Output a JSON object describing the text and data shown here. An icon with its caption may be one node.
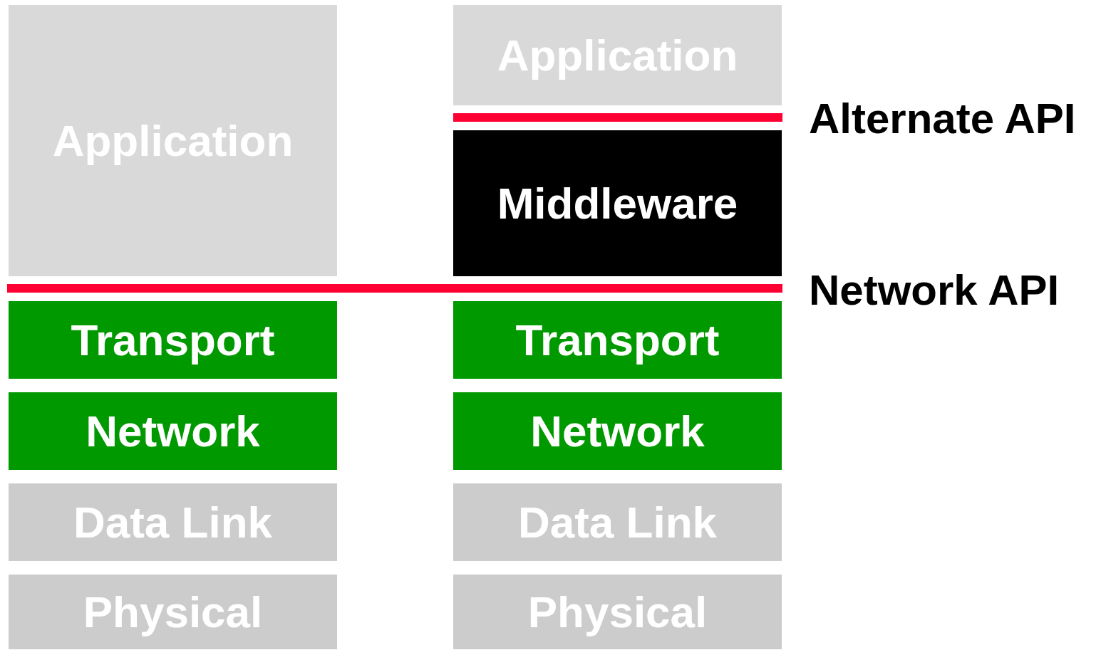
{
  "diagram": {
    "nodes": [
      {
        "text": [
          "Application"
        ]
      },
      {
        "text": [
          "Application"
        ]
      },
      {
        "text": [
          "Middleware"
        ]
      },
      {
        "text": [
          "Transport"
        ]
      },
      {
        "text": [
          "Transport"
        ]
      },
      {
        "text": [
          "Network"
        ]
      },
      {
        "text": [
          "Network"
        ]
      },
      {
        "text": [
          "Data Link"
        ]
      },
      {
        "text": [
          "Data Link"
        ]
      },
      {
        "text": [
          "Physical"
        ]
      },
      {
        "text": [
          "Physical"
        ]
      }
    ],
    "labels": [
      "Alternate API",
      "Network API"
    ]
  }
}
